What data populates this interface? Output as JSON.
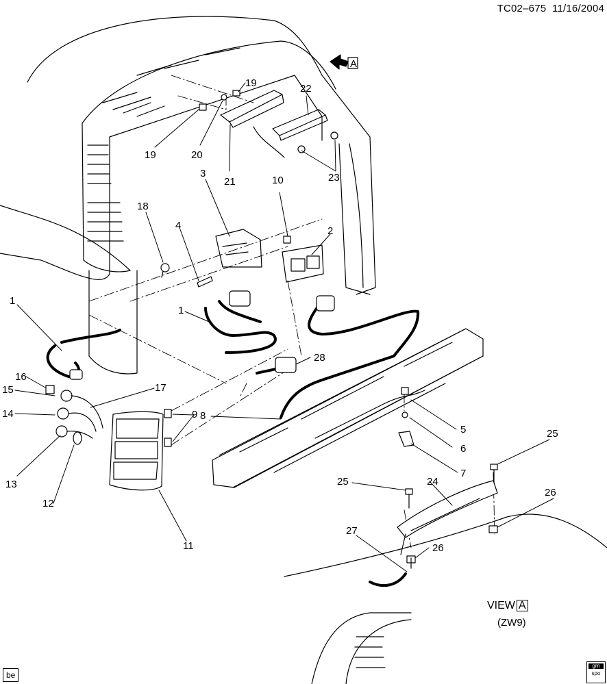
{
  "header": {
    "doc_id": "TC02–675",
    "date": "11/16/2004"
  },
  "view_arrow_label": "A",
  "view": {
    "label": "VIEW",
    "letter": "A",
    "sub": "(ZW9)"
  },
  "corner_left": "be",
  "corner_logo": {
    "top": "gm",
    "bottom": "spo"
  },
  "callouts": [
    {
      "id": "c1a",
      "text": "1"
    },
    {
      "id": "c1b",
      "text": "1"
    },
    {
      "id": "c2",
      "text": "2"
    },
    {
      "id": "c3",
      "text": "3"
    },
    {
      "id": "c4",
      "text": "4"
    },
    {
      "id": "c5",
      "text": "5"
    },
    {
      "id": "c6",
      "text": "6"
    },
    {
      "id": "c7",
      "text": "7"
    },
    {
      "id": "c8",
      "text": "8"
    },
    {
      "id": "c9",
      "text": "9"
    },
    {
      "id": "c10",
      "text": "10"
    },
    {
      "id": "c11",
      "text": "11"
    },
    {
      "id": "c12",
      "text": "12"
    },
    {
      "id": "c13",
      "text": "13"
    },
    {
      "id": "c14",
      "text": "14"
    },
    {
      "id": "c15",
      "text": "15"
    },
    {
      "id": "c16",
      "text": "16"
    },
    {
      "id": "c17",
      "text": "17"
    },
    {
      "id": "c18",
      "text": "18"
    },
    {
      "id": "c19a",
      "text": "19"
    },
    {
      "id": "c19b",
      "text": "19"
    },
    {
      "id": "c20",
      "text": "20"
    },
    {
      "id": "c21",
      "text": "21"
    },
    {
      "id": "c22",
      "text": "22"
    },
    {
      "id": "c23",
      "text": "23"
    },
    {
      "id": "c24",
      "text": "24"
    },
    {
      "id": "c25a",
      "text": "25"
    },
    {
      "id": "c25b",
      "text": "25"
    },
    {
      "id": "c26a",
      "text": "26"
    },
    {
      "id": "c26b",
      "text": "26"
    },
    {
      "id": "c27",
      "text": "27"
    },
    {
      "id": "c28",
      "text": "28"
    }
  ]
}
